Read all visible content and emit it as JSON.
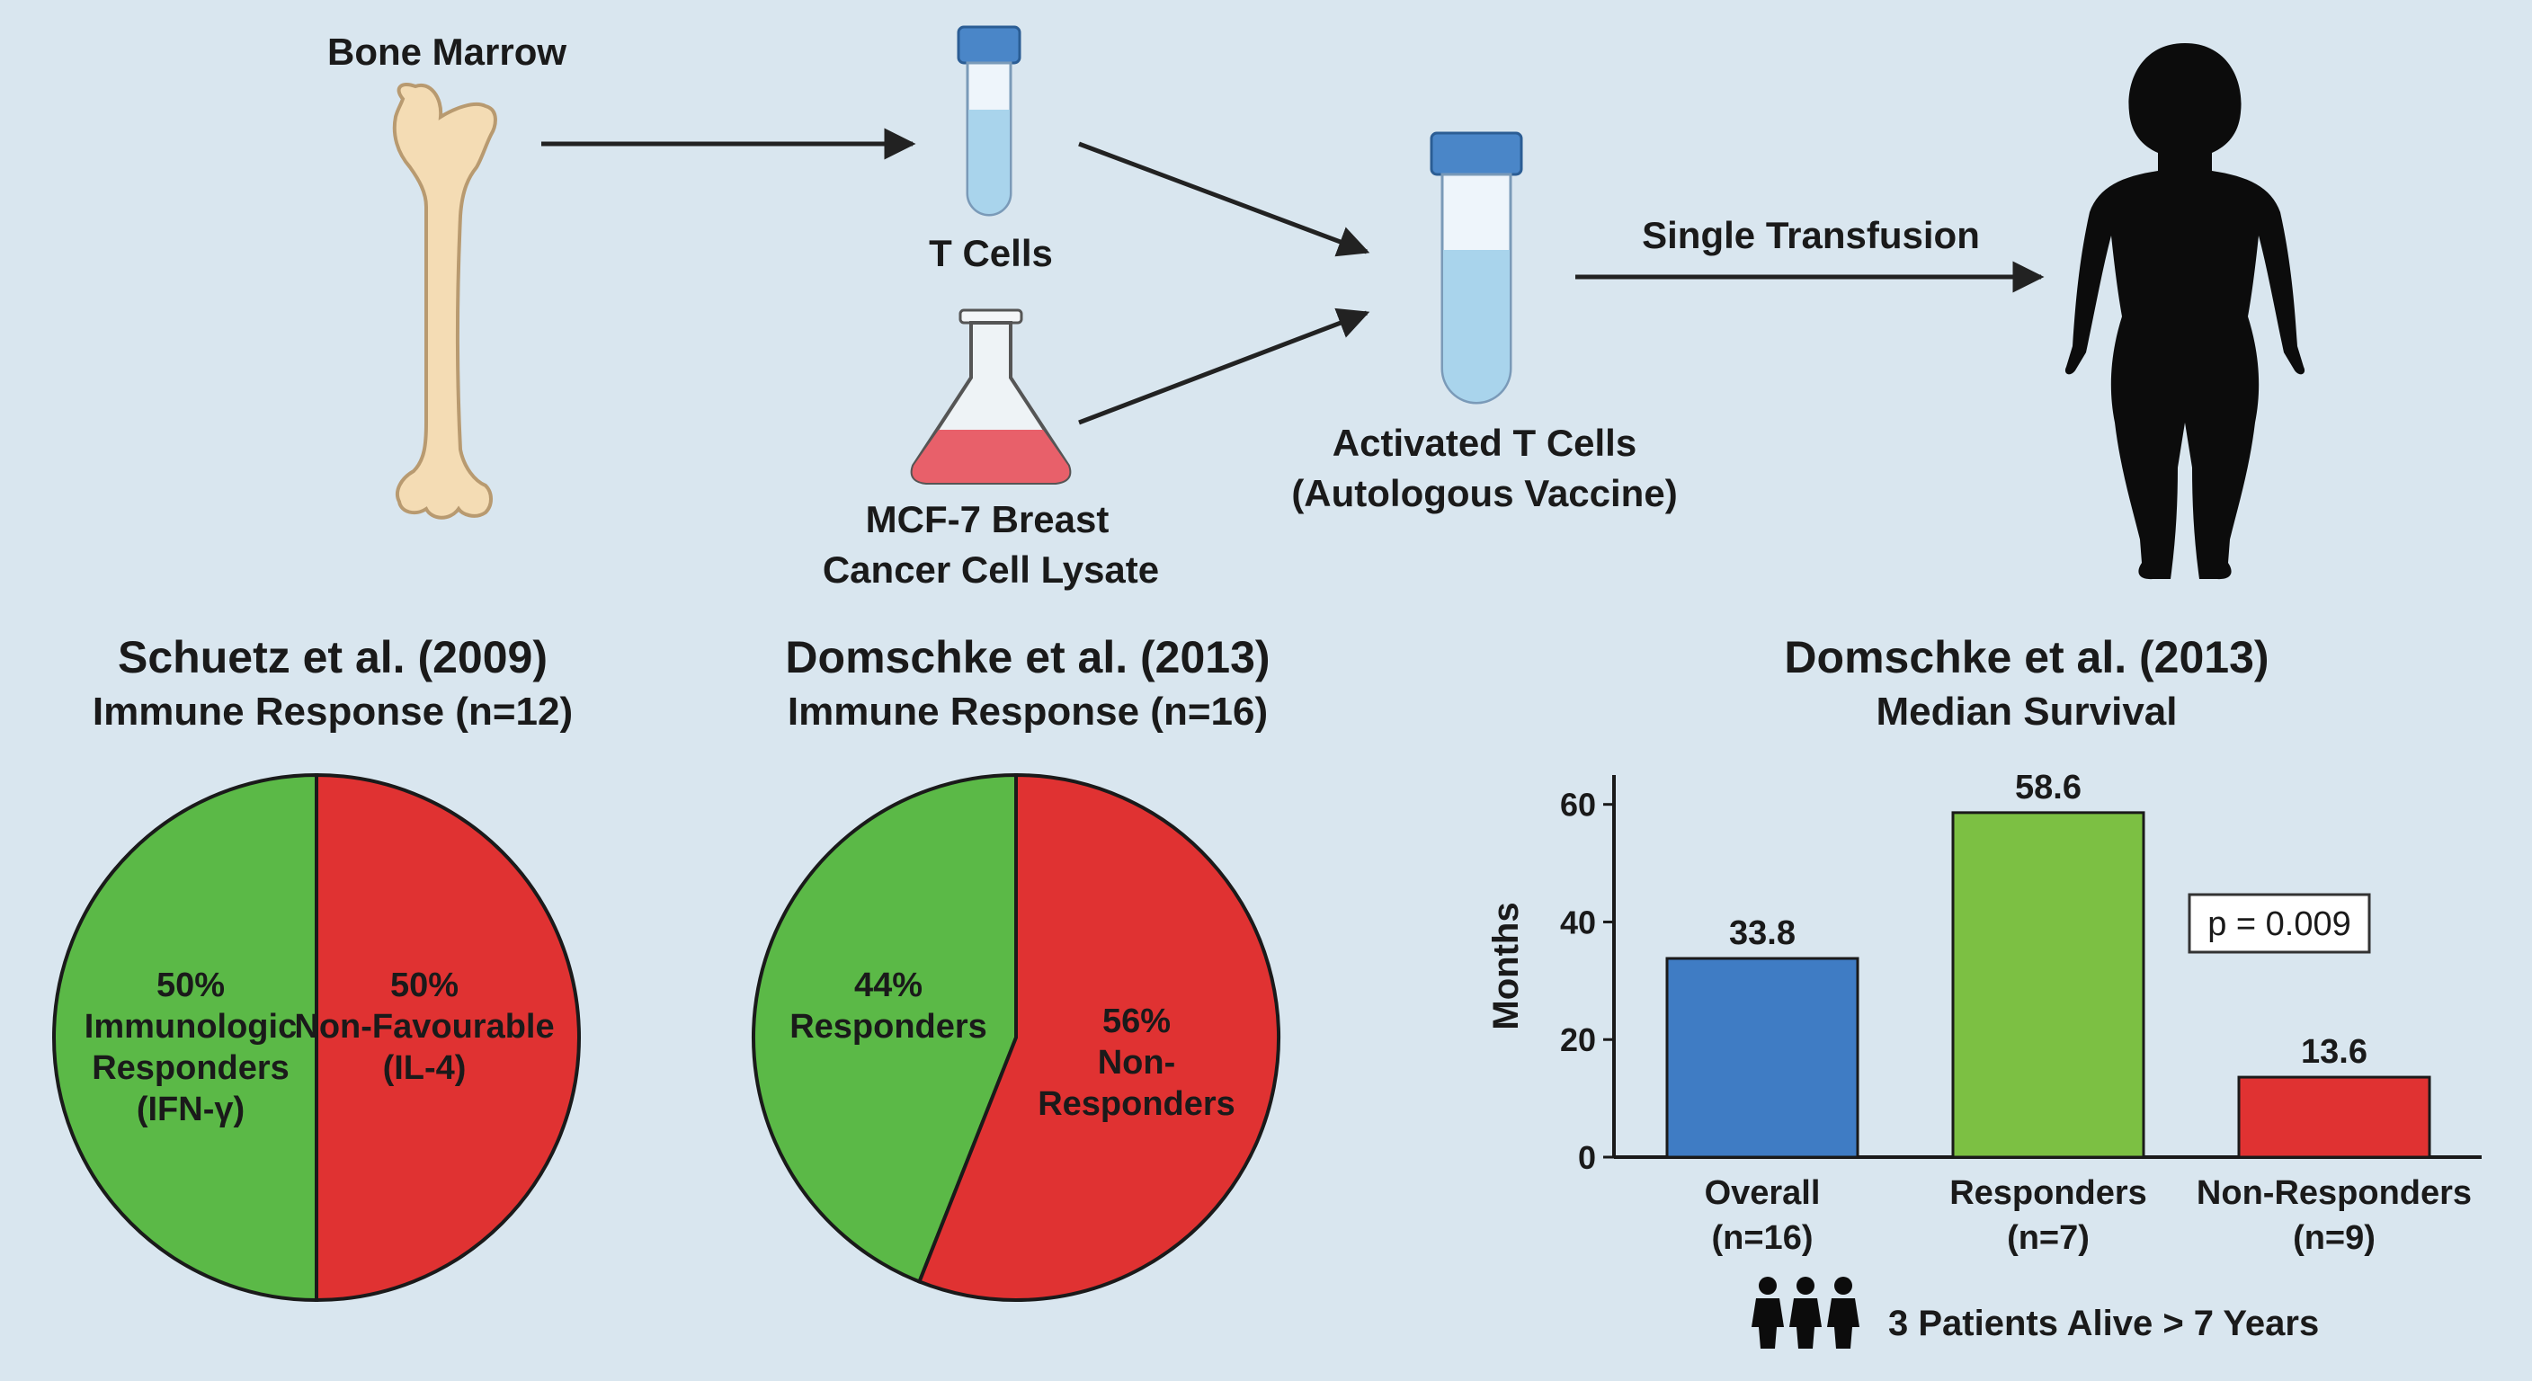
{
  "workflow": {
    "bone_marrow": "Bone Marrow",
    "t_cells": "T Cells",
    "lysate_line1": "MCF-7 Breast",
    "lysate_line2": "Cancer Cell Lysate",
    "activated_line1": "Activated T Cells",
    "activated_line2": "(Autologous Vaccine)",
    "transfusion": "Single Transfusion"
  },
  "charts": {
    "pie1": {
      "title": "Schuetz et al. (2009)",
      "subtitle": "Immune Response (n=12)",
      "slices": [
        {
          "lines": [
            "50%",
            "Immunologic",
            "Responders",
            "(IFN-γ)"
          ],
          "value": 50,
          "color": "#5bb947"
        },
        {
          "lines": [
            "50%",
            "Non-Favourable",
            "(IL-4)"
          ],
          "value": 50,
          "color": "#e03232"
        }
      ]
    },
    "pie2": {
      "title": "Domschke et al. (2013)",
      "subtitle": "Immune Response (n=16)",
      "slices": [
        {
          "lines": [
            "44%",
            "Responders"
          ],
          "value": 44,
          "color": "#5bb947"
        },
        {
          "lines": [
            "56%",
            "Non-",
            "Responders"
          ],
          "value": 56,
          "color": "#e03232"
        }
      ]
    },
    "bar": {
      "title": "Domschke et al. (2013)",
      "subtitle": "Median Survival",
      "ylabel": "Months",
      "p_value": "p = 0.009",
      "footnote": "3 Patients Alive > 7 Years"
    }
  },
  "chart_data": [
    {
      "type": "pie",
      "title": "Schuetz et al. (2009)",
      "subtitle": "Immune Response (n=12)",
      "categories": [
        "Immunologic Responders (IFN-γ)",
        "Non-Favourable (IL-4)"
      ],
      "values": [
        50,
        50
      ],
      "colors": [
        "#5bb947",
        "#e03232"
      ]
    },
    {
      "type": "pie",
      "title": "Domschke et al. (2013)",
      "subtitle": "Immune Response (n=16)",
      "categories": [
        "Responders",
        "Non-Responders"
      ],
      "values": [
        44,
        56
      ],
      "colors": [
        "#5bb947",
        "#e03232"
      ]
    },
    {
      "type": "bar",
      "title": "Domschke et al. (2013)",
      "subtitle": "Median Survival",
      "ylabel": "Months",
      "ylim": [
        0,
        65
      ],
      "yticks": [
        0,
        20,
        40,
        60
      ],
      "categories": [
        [
          "Overall",
          "(n=16)"
        ],
        [
          "Responders",
          "(n=7)"
        ],
        [
          "Non-Responders",
          "(n=9)"
        ]
      ],
      "values": [
        33.8,
        58.6,
        13.6
      ],
      "value_labels": [
        "33.8",
        "58.6",
        "13.6"
      ],
      "colors": [
        "#3f7cc4",
        "#7cc043",
        "#e03232"
      ]
    }
  ]
}
